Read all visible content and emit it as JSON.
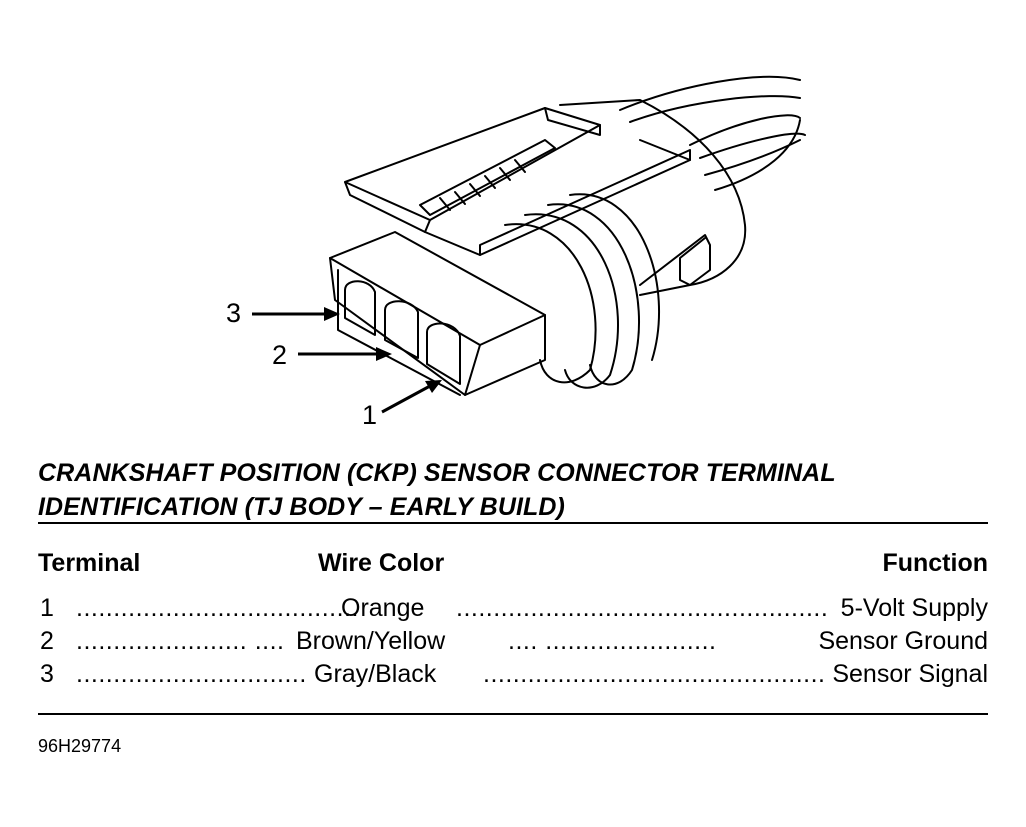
{
  "callouts": [
    "1",
    "2",
    "3"
  ],
  "title_lines": [
    "CRANKSHAFT POSITION (CKP) SENSOR CONNECTOR TERMINAL",
    "IDENTIFICATION (TJ BODY – EARLY BUILD)"
  ],
  "table": {
    "headers": {
      "terminal": "Terminal",
      "wire_color": "Wire Color",
      "function": "Function"
    },
    "rows": [
      {
        "terminal": "1",
        "wire_color": "Orange",
        "function": "5-Volt Supply"
      },
      {
        "terminal": "2",
        "wire_color": "Brown/Yellow",
        "function": "Sensor Ground"
      },
      {
        "terminal": "3",
        "wire_color": "Gray/Black",
        "function": "Sensor Signal"
      }
    ]
  },
  "figure_id": "96H29774"
}
